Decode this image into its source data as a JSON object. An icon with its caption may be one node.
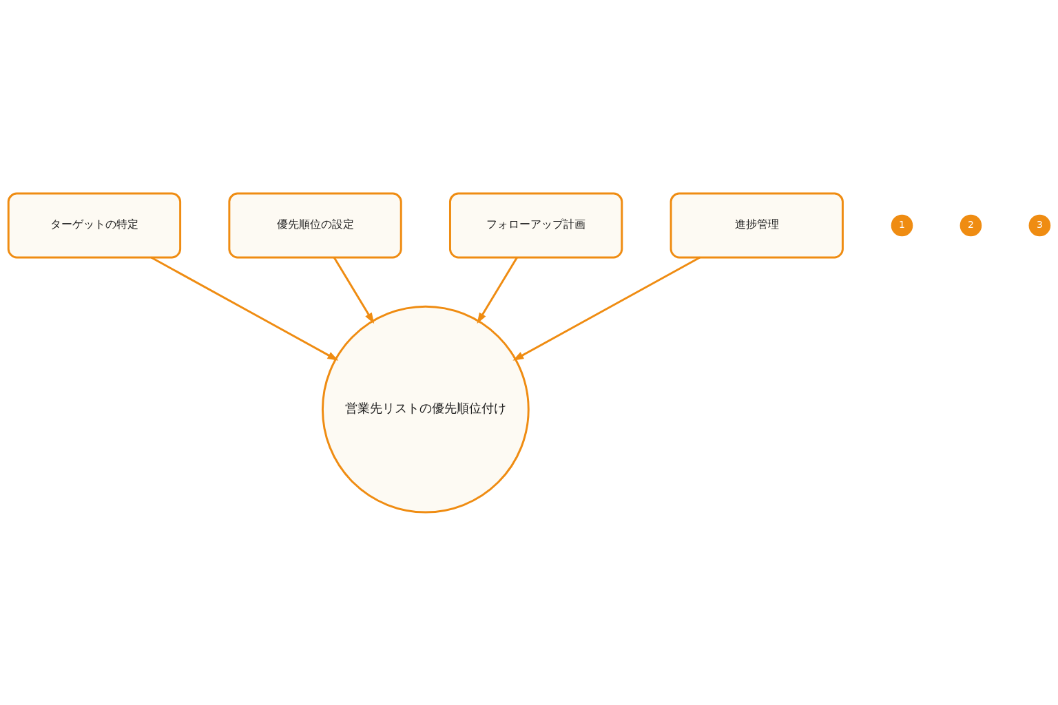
{
  "diagram": {
    "nodes": [
      {
        "text": [
          "ターゲットの特定"
        ]
      },
      {
        "text": [
          "優先順位の設定"
        ]
      },
      {
        "text": [
          "営業先リストの優先順位付け"
        ]
      },
      {
        "text": [
          "フォローアップ計画"
        ]
      },
      {
        "text": [
          "進捗管理"
        ]
      }
    ],
    "edges": [
      {
        "from": 0,
        "to": 2,
        "arrow": "to"
      },
      {
        "from": 1,
        "to": 2,
        "arrow": "to"
      },
      {
        "from": 3,
        "to": 2,
        "arrow": "to"
      },
      {
        "from": 4,
        "to": 2,
        "arrow": "to"
      }
    ],
    "labels": [
      "1",
      "2",
      "3"
    ]
  }
}
